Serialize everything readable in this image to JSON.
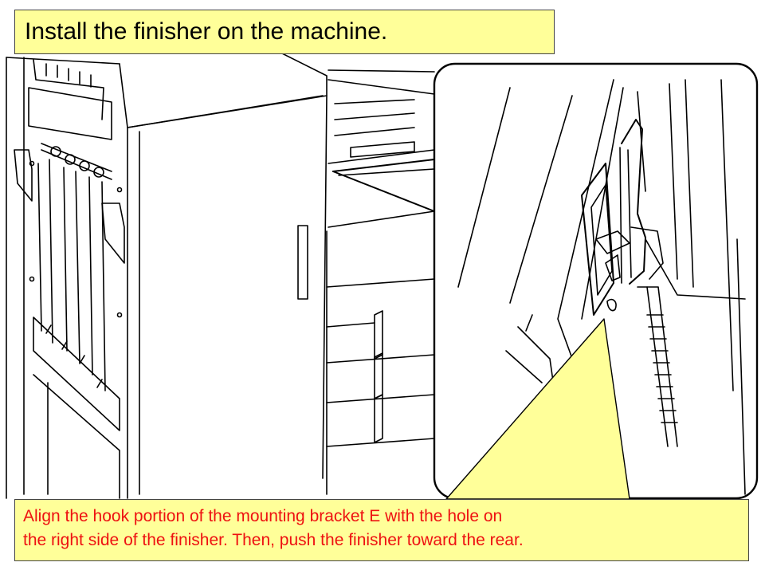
{
  "slide": {
    "title": "Install the finisher on the machine.",
    "note_lines": [
      "Align the hook portion of the mounting bracket E with the hole on",
      "the right side of the finisher. Then, push the finisher toward the rear."
    ]
  },
  "colors": {
    "highlight_fill": "#ffff99",
    "note_text": "#ee1111",
    "line_art": "#000000"
  },
  "icons": {
    "illustration": "finisher-machine-line-drawing",
    "detail": "mounting-bracket-hook-zoom"
  }
}
